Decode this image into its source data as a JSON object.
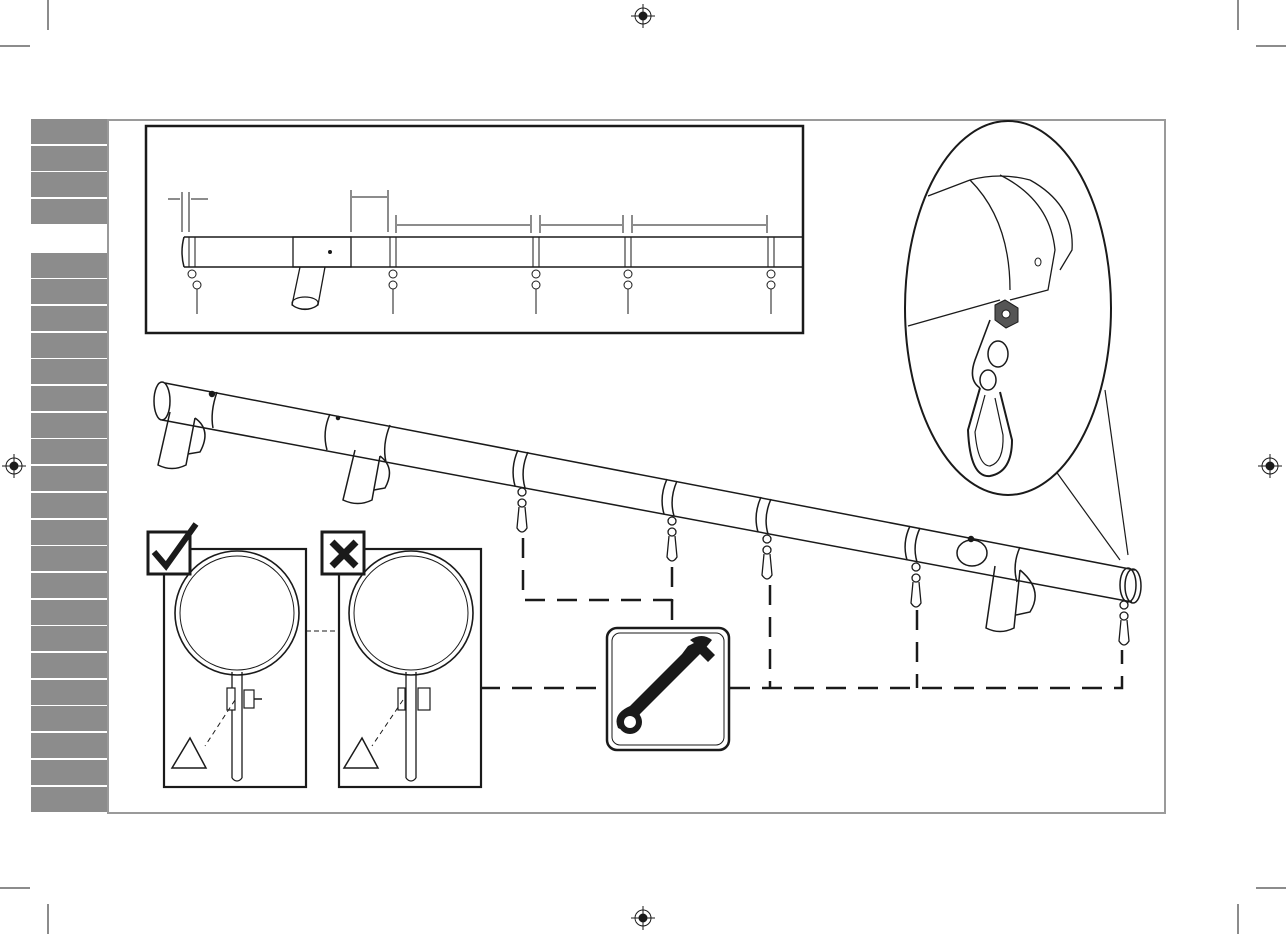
{
  "page": {
    "title": "",
    "caption": ""
  },
  "side_tabs": {
    "count": 26,
    "active_index": 4
  },
  "callouts": {
    "correct_mark": "check-mark",
    "incorrect_mark": "cross-mark",
    "tool": "wrench-icon"
  },
  "colors": {
    "line": "#1a1a1a",
    "tab": "#8c8c8c",
    "frame": "#9a9a9a",
    "background": "#ffffff"
  }
}
